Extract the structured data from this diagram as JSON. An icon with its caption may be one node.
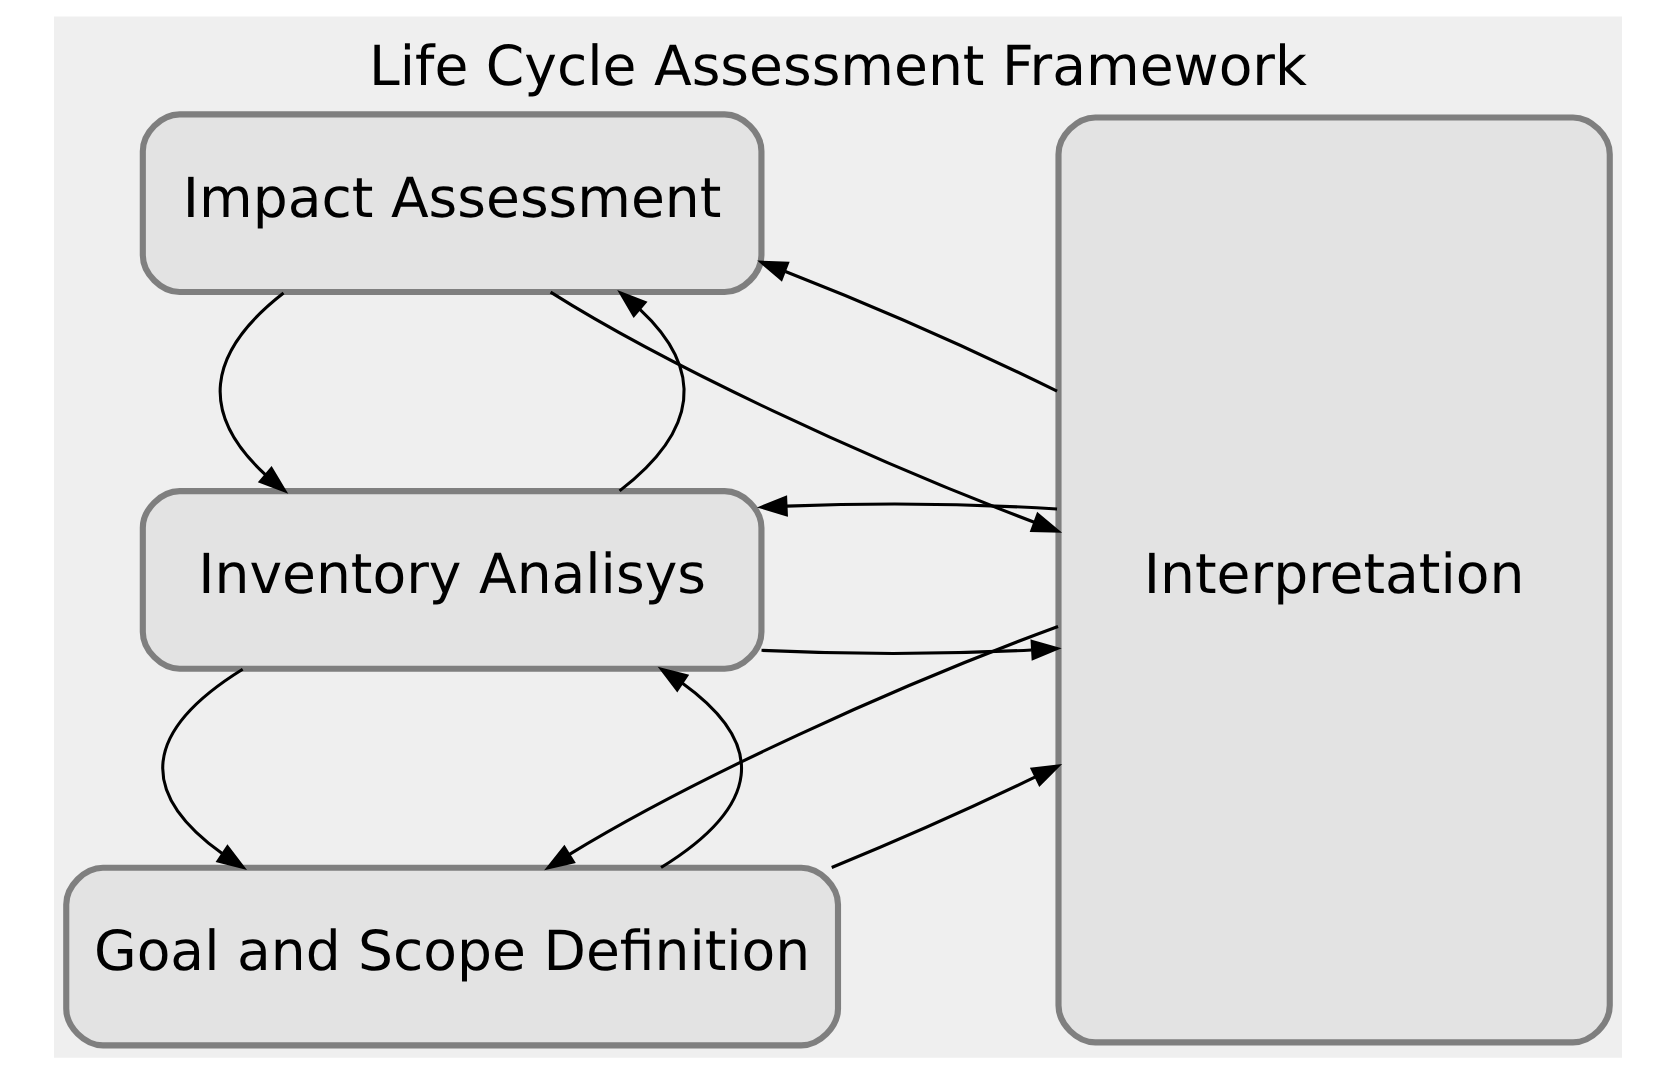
{
  "diagram": {
    "title": "Life Cycle Assessment Framework",
    "nodes": [
      {
        "text": [
          "Goal and Scope Definition"
        ]
      },
      {
        "text": [
          "Inventory Analisys"
        ]
      },
      {
        "text": [
          "Impact Assessment"
        ]
      },
      {
        "text": [
          "Interpretation"
        ]
      }
    ],
    "edges": [
      {
        "from": 0,
        "to": 1,
        "arrow": "to"
      },
      {
        "from": 1,
        "to": 0,
        "arrow": "to"
      },
      {
        "from": 1,
        "to": 2,
        "arrow": "to"
      },
      {
        "from": 2,
        "to": 1,
        "arrow": "to"
      },
      {
        "from": 0,
        "to": 3,
        "arrow": "to"
      },
      {
        "from": 3,
        "to": 0,
        "arrow": "to"
      },
      {
        "from": 1,
        "to": 3,
        "arrow": "to"
      },
      {
        "from": 3,
        "to": 1,
        "arrow": "to"
      },
      {
        "from": 2,
        "to": 3,
        "arrow": "to"
      },
      {
        "from": 3,
        "to": 2,
        "arrow": "to"
      }
    ]
  }
}
